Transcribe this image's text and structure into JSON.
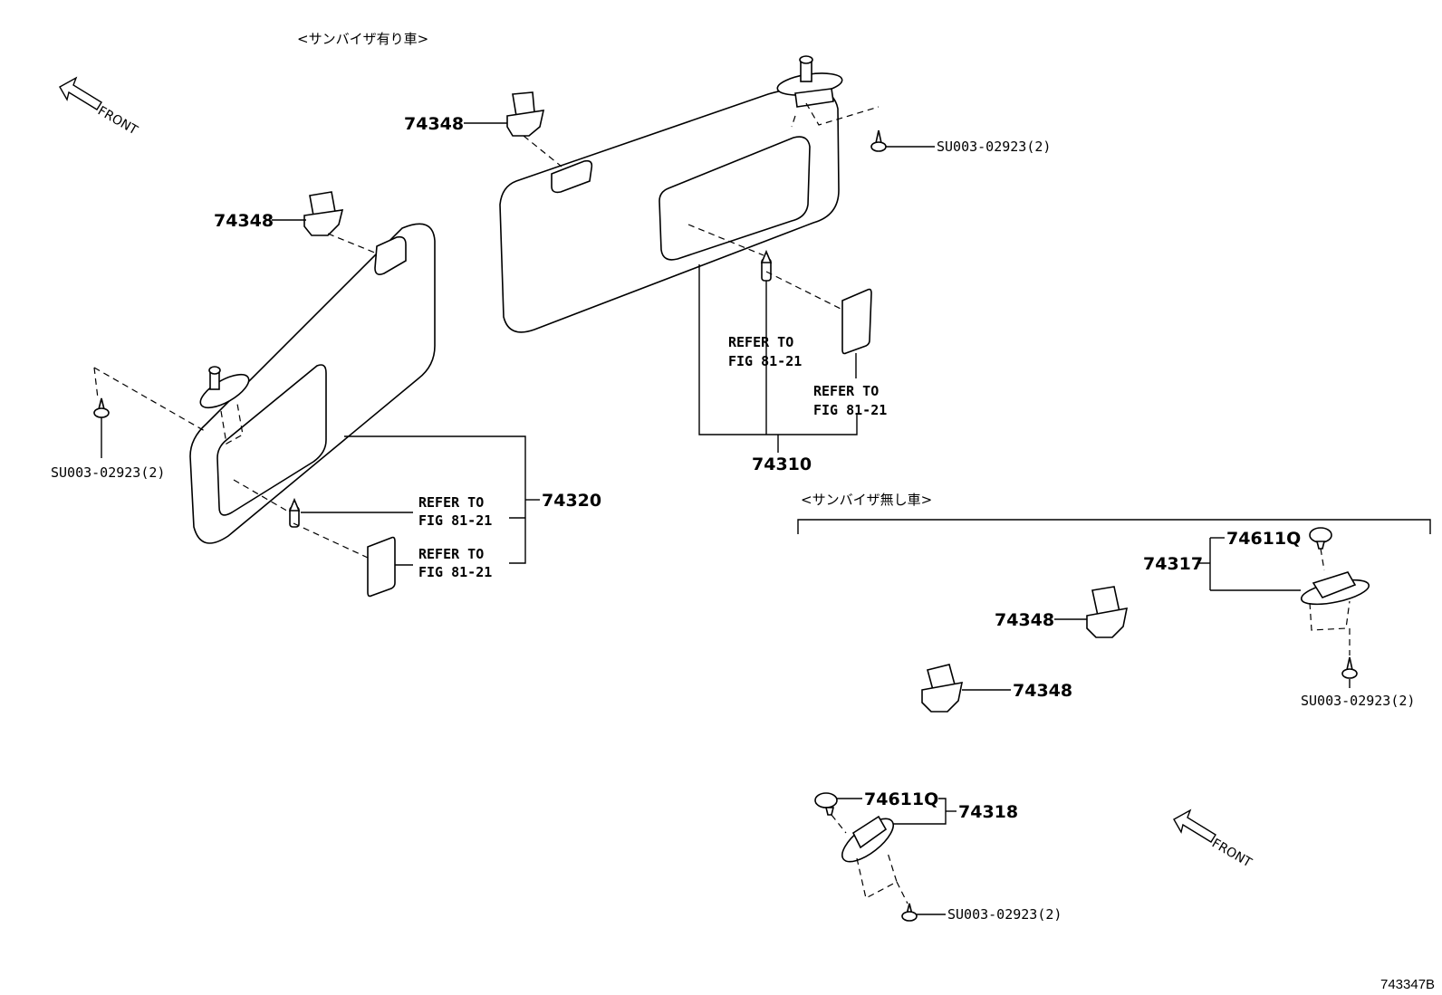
{
  "headers": {
    "with_sunvisor": "<サンバイザ有り車>",
    "without_sunvisor": "<サンバイザ無し車>"
  },
  "front_labels": {
    "top_left": "FRONT",
    "bottom_right": "FRONT"
  },
  "parts": {
    "holder_a": "74348",
    "holder_b": "74348",
    "holder_c": "74348",
    "holder_d": "74348",
    "visor_left": "74320",
    "visor_right": "74310",
    "bracket_assy_right": "74317",
    "bracket_assy_left": "74318",
    "cap_right": "74611Q",
    "cap_left": "74611Q"
  },
  "screws": {
    "top_right": "SU003-02923(2)",
    "left": "SU003-02923(2)",
    "right_lower": "SU003-02923(2)",
    "bottom": "SU003-02923(2)"
  },
  "references": {
    "ref_line1": "REFER TO",
    "ref_line2": "FIG 81-21"
  },
  "drawing_code": "743347B"
}
